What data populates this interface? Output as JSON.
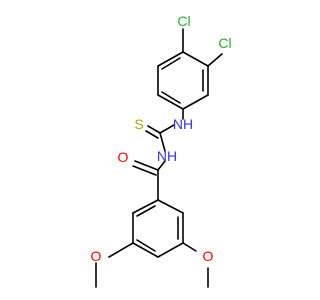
{
  "molecule": {
    "atom_labels": {
      "cl_top": "Cl",
      "cl_right": "Cl",
      "nh_upper": "NH",
      "sulfur": "S",
      "nh_lower": "NH",
      "oxygen": "O",
      "o_methoxy_left": "O",
      "o_methoxy_right": "O"
    },
    "element_colors": {
      "Cl": "#1fb41f",
      "N": "#3333ff",
      "S": "#b3a300",
      "O": "#ff0000",
      "bond": "#000000"
    }
  }
}
